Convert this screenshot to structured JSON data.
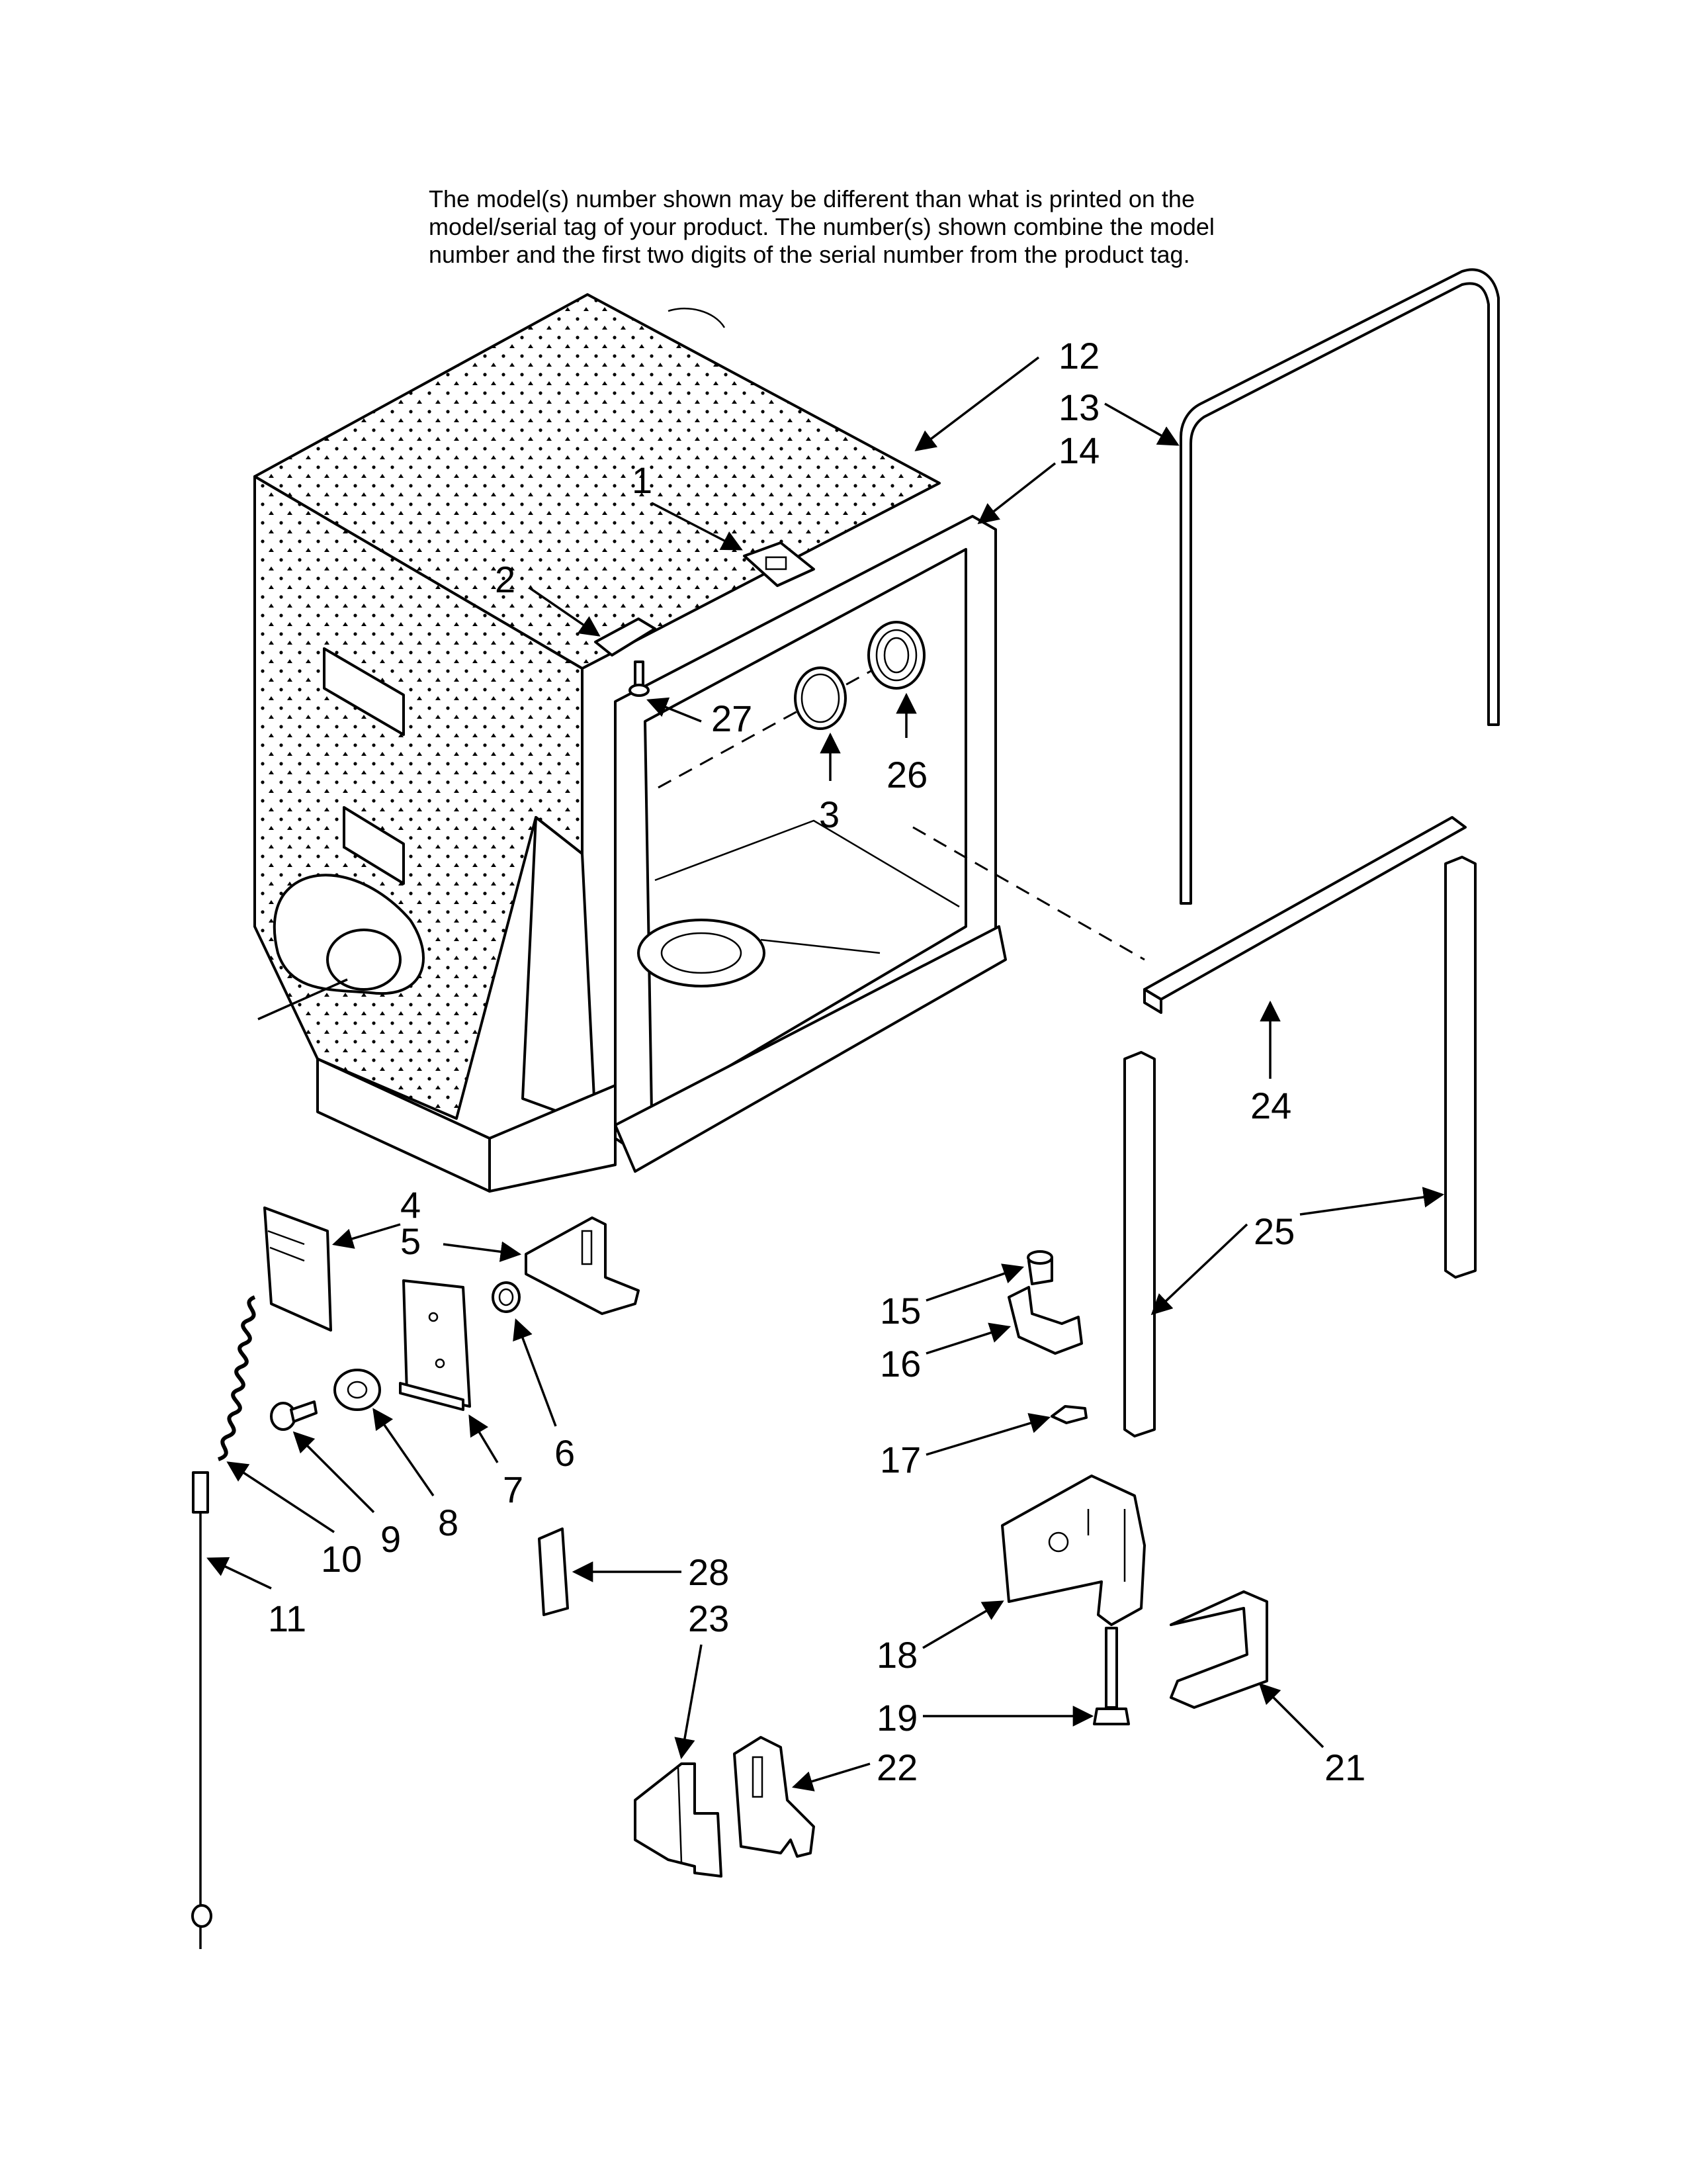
{
  "notice": {
    "line1": "The model(s) number shown may be different than what is printed on the",
    "line2": "model/serial tag of your product. The number(s) shown combine the model",
    "line3": "number and the first two digits of the serial number from the product tag."
  },
  "callouts": [
    {
      "id": "c1",
      "label": "1"
    },
    {
      "id": "c2",
      "label": "2"
    },
    {
      "id": "c3",
      "label": "3"
    },
    {
      "id": "c4",
      "label": "4"
    },
    {
      "id": "c5",
      "label": "5"
    },
    {
      "id": "c6",
      "label": "6"
    },
    {
      "id": "c7",
      "label": "7"
    },
    {
      "id": "c8",
      "label": "8"
    },
    {
      "id": "c9",
      "label": "9"
    },
    {
      "id": "c10",
      "label": "10"
    },
    {
      "id": "c11",
      "label": "11"
    },
    {
      "id": "c12",
      "label": "12"
    },
    {
      "id": "c13",
      "label": "13"
    },
    {
      "id": "c14",
      "label": "14"
    },
    {
      "id": "c15",
      "label": "15"
    },
    {
      "id": "c16",
      "label": "16"
    },
    {
      "id": "c17",
      "label": "17"
    },
    {
      "id": "c18",
      "label": "18"
    },
    {
      "id": "c19",
      "label": "19"
    },
    {
      "id": "c21",
      "label": "21"
    },
    {
      "id": "c22",
      "label": "22"
    },
    {
      "id": "c23",
      "label": "23"
    },
    {
      "id": "c24",
      "label": "24"
    },
    {
      "id": "c25",
      "label": "25"
    },
    {
      "id": "c26",
      "label": "26"
    },
    {
      "id": "c27",
      "label": "27"
    },
    {
      "id": "c28",
      "label": "28"
    }
  ]
}
